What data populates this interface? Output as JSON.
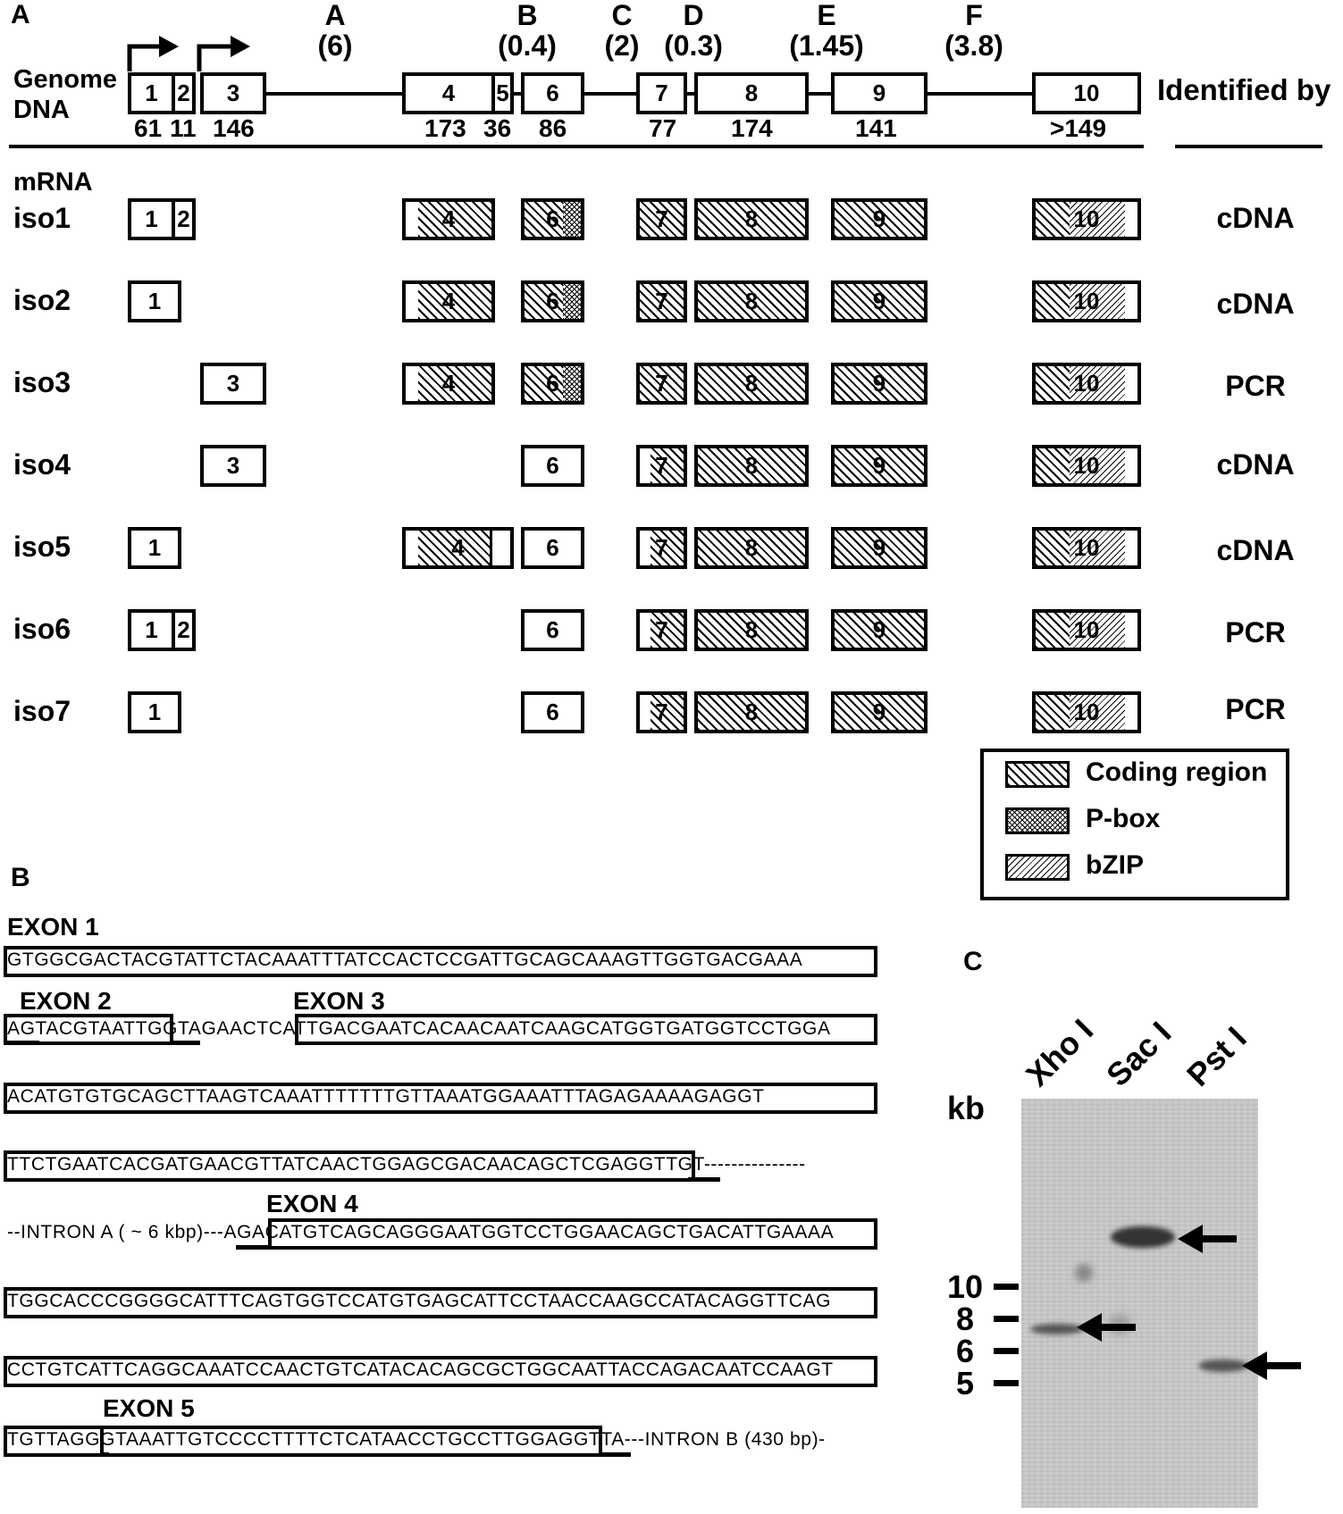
{
  "panel_a": {
    "panel_label": "A",
    "genome_label_line1": "Genome",
    "genome_label_line2": "DNA",
    "mrna_label": "mRNA",
    "identified_by": "Identified by",
    "introns": [
      {
        "letter": "A",
        "size": "(6)"
      },
      {
        "letter": "B",
        "size": "(0.4)"
      },
      {
        "letter": "C",
        "size": "(2)"
      },
      {
        "letter": "D",
        "size": "(0.3)"
      },
      {
        "letter": "E",
        "size": "(1.45)"
      },
      {
        "letter": "F",
        "size": "(3.8)"
      }
    ],
    "exons": [
      {
        "num": "1",
        "len": "61"
      },
      {
        "num": "2",
        "len": "11"
      },
      {
        "num": "3",
        "len": "146"
      },
      {
        "num": "4",
        "len": "173"
      },
      {
        "num": "5",
        "len": "36"
      },
      {
        "num": "6",
        "len": "86"
      },
      {
        "num": "7",
        "len": "77"
      },
      {
        "num": "8",
        "len": "174"
      },
      {
        "num": "9",
        "len": "141"
      },
      {
        "num": "10",
        "len": ">149"
      }
    ],
    "isoforms": [
      {
        "name": "iso1",
        "method": "cDNA"
      },
      {
        "name": "iso2",
        "method": "cDNA"
      },
      {
        "name": "iso3",
        "method": "PCR"
      },
      {
        "name": "iso4",
        "method": "cDNA"
      },
      {
        "name": "iso5",
        "method": "cDNA"
      },
      {
        "name": "iso6",
        "method": "PCR"
      },
      {
        "name": "iso7",
        "method": "PCR"
      }
    ],
    "legend": [
      {
        "label": "Coding region",
        "pattern": "hatch"
      },
      {
        "label": "P-box",
        "pattern": "crosshatch"
      },
      {
        "label": "bZIP",
        "pattern": "dense-hatch"
      }
    ]
  },
  "panel_b": {
    "panel_label": "B",
    "labels": {
      "exon1": "EXON 1",
      "exon2": "EXON 2",
      "exon3": "EXON 3",
      "exon4": "EXON 4",
      "exon5": "EXON 5"
    },
    "lines": [
      "GTGGCGACTACGTATTCTACAAATTTATCCACTCCGATTGCAGCAAAGTTGGTGACGAAA",
      "AGTACGTAATTGGTAGAACTCATTGACGAATCACAACAATCAAGCATGGTGATGGTCCTGGA",
      "ACATGTGTGCAGCTTAAGTCAAATTTTTTTGTTAAATGGAAATTTAGAGAAAAGAGGT",
      "TTCTGAATCACGATGAACGTTATCAACTGGAGCGACAACAGCTCGAGGTTGT---------------",
      "--INTRON  A  ( ~  6  kbp)---AGACATGTCAGCAGGGAATGGTCCTGGAACAGCTGACATTGAAAA",
      "TGGCACCCGGGGCATTTCAGTGGTCCATGTGAGCATTCCTAACCAAGCCATACAGGTTCAG",
      "CCTGTCATTCAGGCAAATCCAACTGTCATACACAGCGCTGGCAATTACCAGACAATCCAAGT",
      "TGTTAGGGTAAATTGTCCCCTTTTCTCATAACCTGCCTTGGAGGTTA---INTRON  B  (430  bp)-"
    ]
  },
  "panel_c": {
    "panel_label": "C",
    "unit": "kb",
    "enzymes": [
      "Xho I",
      "Sac I",
      "Pst I"
    ],
    "markers": [
      "10",
      "8",
      "6",
      "5"
    ]
  }
}
